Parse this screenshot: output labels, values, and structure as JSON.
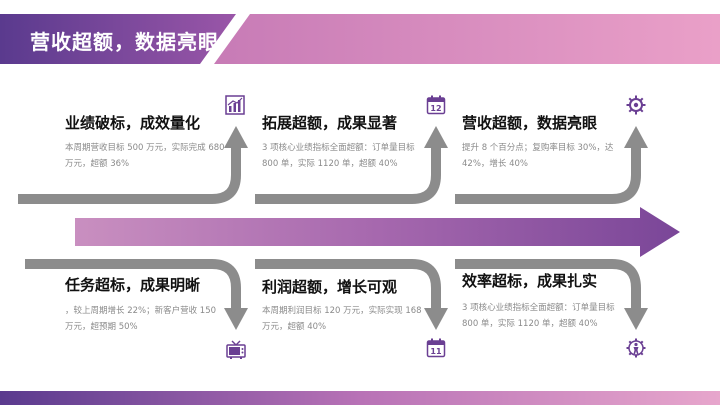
{
  "header": {
    "title": "营收超额，数据亮眼"
  },
  "colors": {
    "purple_dark": "#6a3f93",
    "purple_mid": "#8d4fa3",
    "pink_light": "#e49ac4",
    "gray_arrow": "#8c8c8c"
  },
  "cards": [
    {
      "title": "业绩破标，成效量化",
      "body": "本周期营收目标 500 万元，实际完成 680 万元，超额 36%",
      "icon": "bar-chart-icon"
    },
    {
      "title": "拓展超额，成果显著",
      "body": "3 项核心业绩指标全面超额：订单量目标 800 单，实际 1120 单，超额 40%",
      "icon": "calendar-icon",
      "icon_text": "12"
    },
    {
      "title": "营收超额，数据亮眼",
      "body": "提升 8 个百分点；复购率目标 30%，达 42%，增长 40%",
      "icon": "gear-icon"
    },
    {
      "title": "任务超标，成果明晰",
      "body": "，较上周期增长 22%；新客户营收 150 万元，超预期 50%",
      "icon": "tv-icon"
    },
    {
      "title": "利润超额，增长可观",
      "body": "本周期利润目标 120 万元，实际实现 168 万元，超额 40%",
      "icon": "calendar-icon",
      "icon_text": "11"
    },
    {
      "title": "效率超标，成果扎实",
      "body": "3 项核心业绩指标全面超额：订单量目标 800 单，实际 1120 单，超额 40%",
      "icon": "person-gear-icon"
    }
  ]
}
